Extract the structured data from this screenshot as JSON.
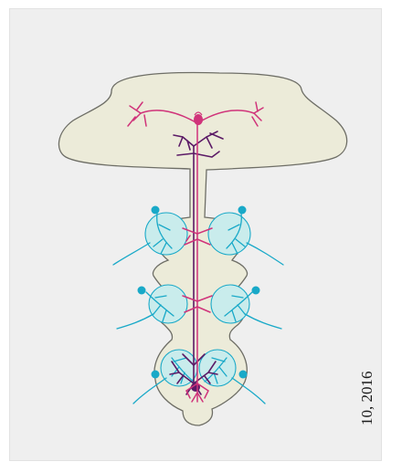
{
  "figure": {
    "side_label": "10, 2016",
    "colors": {
      "background_panel": "#efefef",
      "cns_tissue": "#ecebd9",
      "cns_outline": "#6e6e66",
      "ascending_neuron": "#d0337a",
      "descending_neuron": "#5b1a66",
      "leg_neurons": "#19a9c8",
      "neuropil_fill": "#c9ecec"
    },
    "icons": [
      "brain-outline",
      "ventral-nerve-cord",
      "neuron-branches"
    ]
  }
}
